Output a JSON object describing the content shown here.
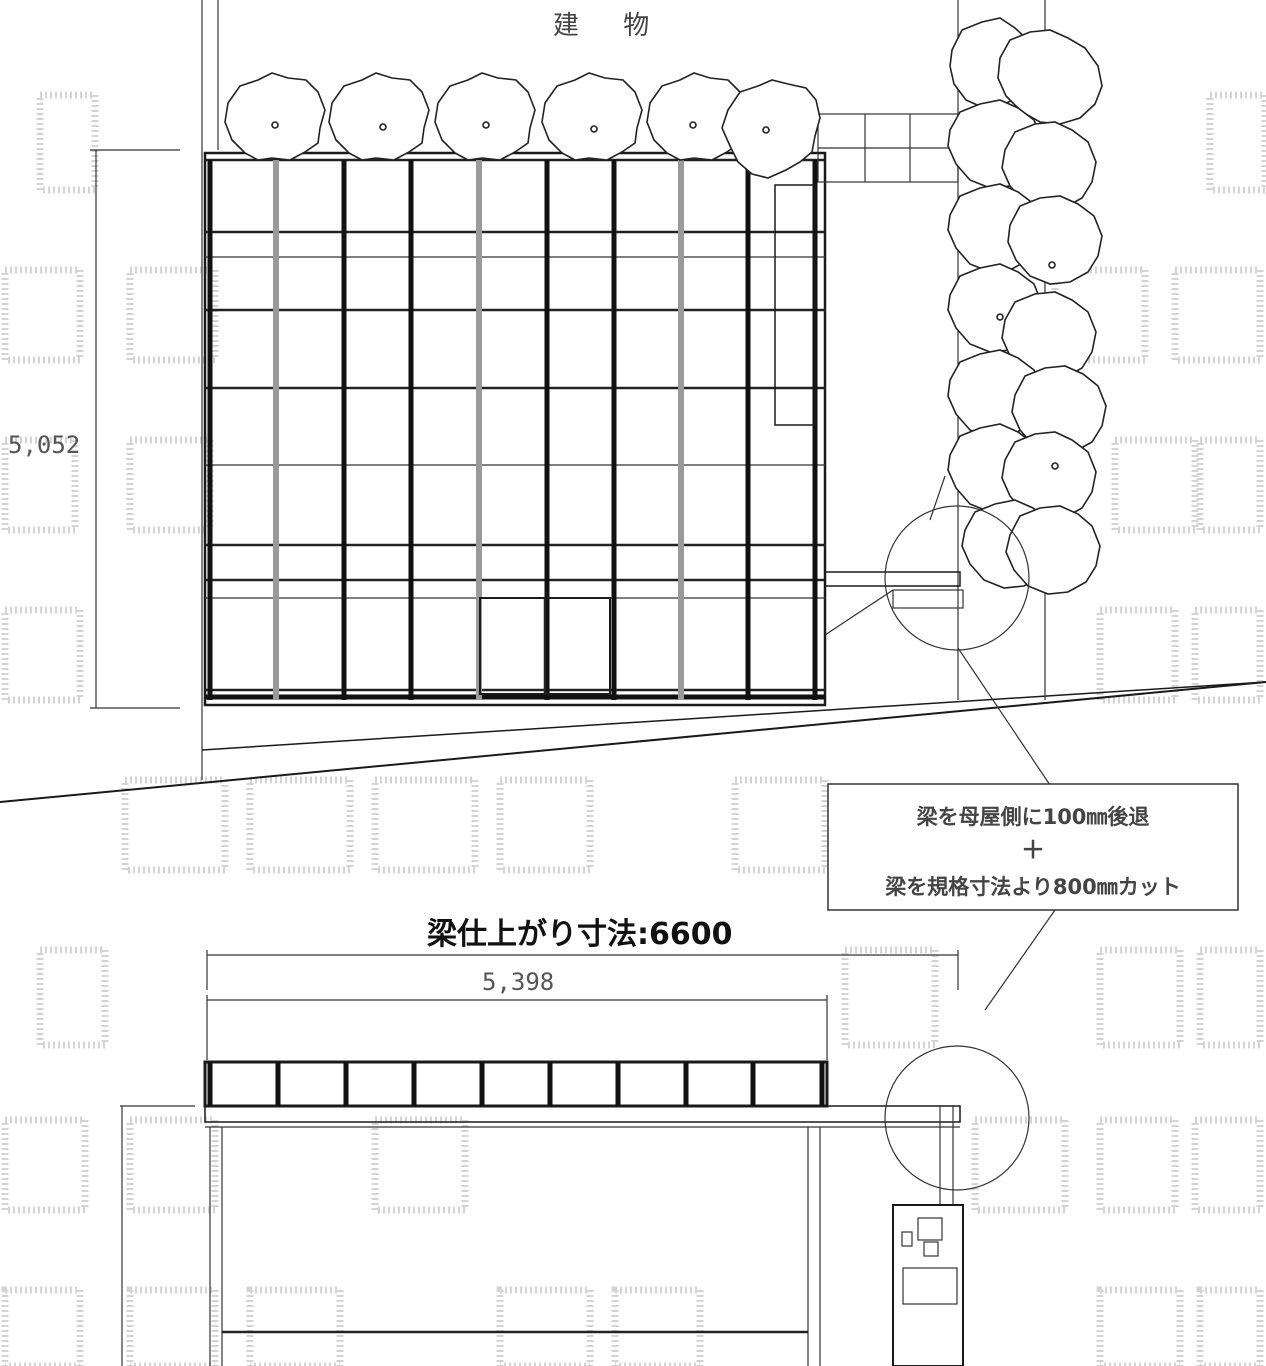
{
  "building_label": "建 物",
  "height_dimension": "5,052",
  "beam_finished_dimension": "梁仕上がり寸法:6600",
  "width_dimension": "5,398",
  "note": {
    "line1": "梁を母屋側に100㎜後退",
    "plus": "＋",
    "line2": "梁を規格寸法より800㎜カット"
  }
}
